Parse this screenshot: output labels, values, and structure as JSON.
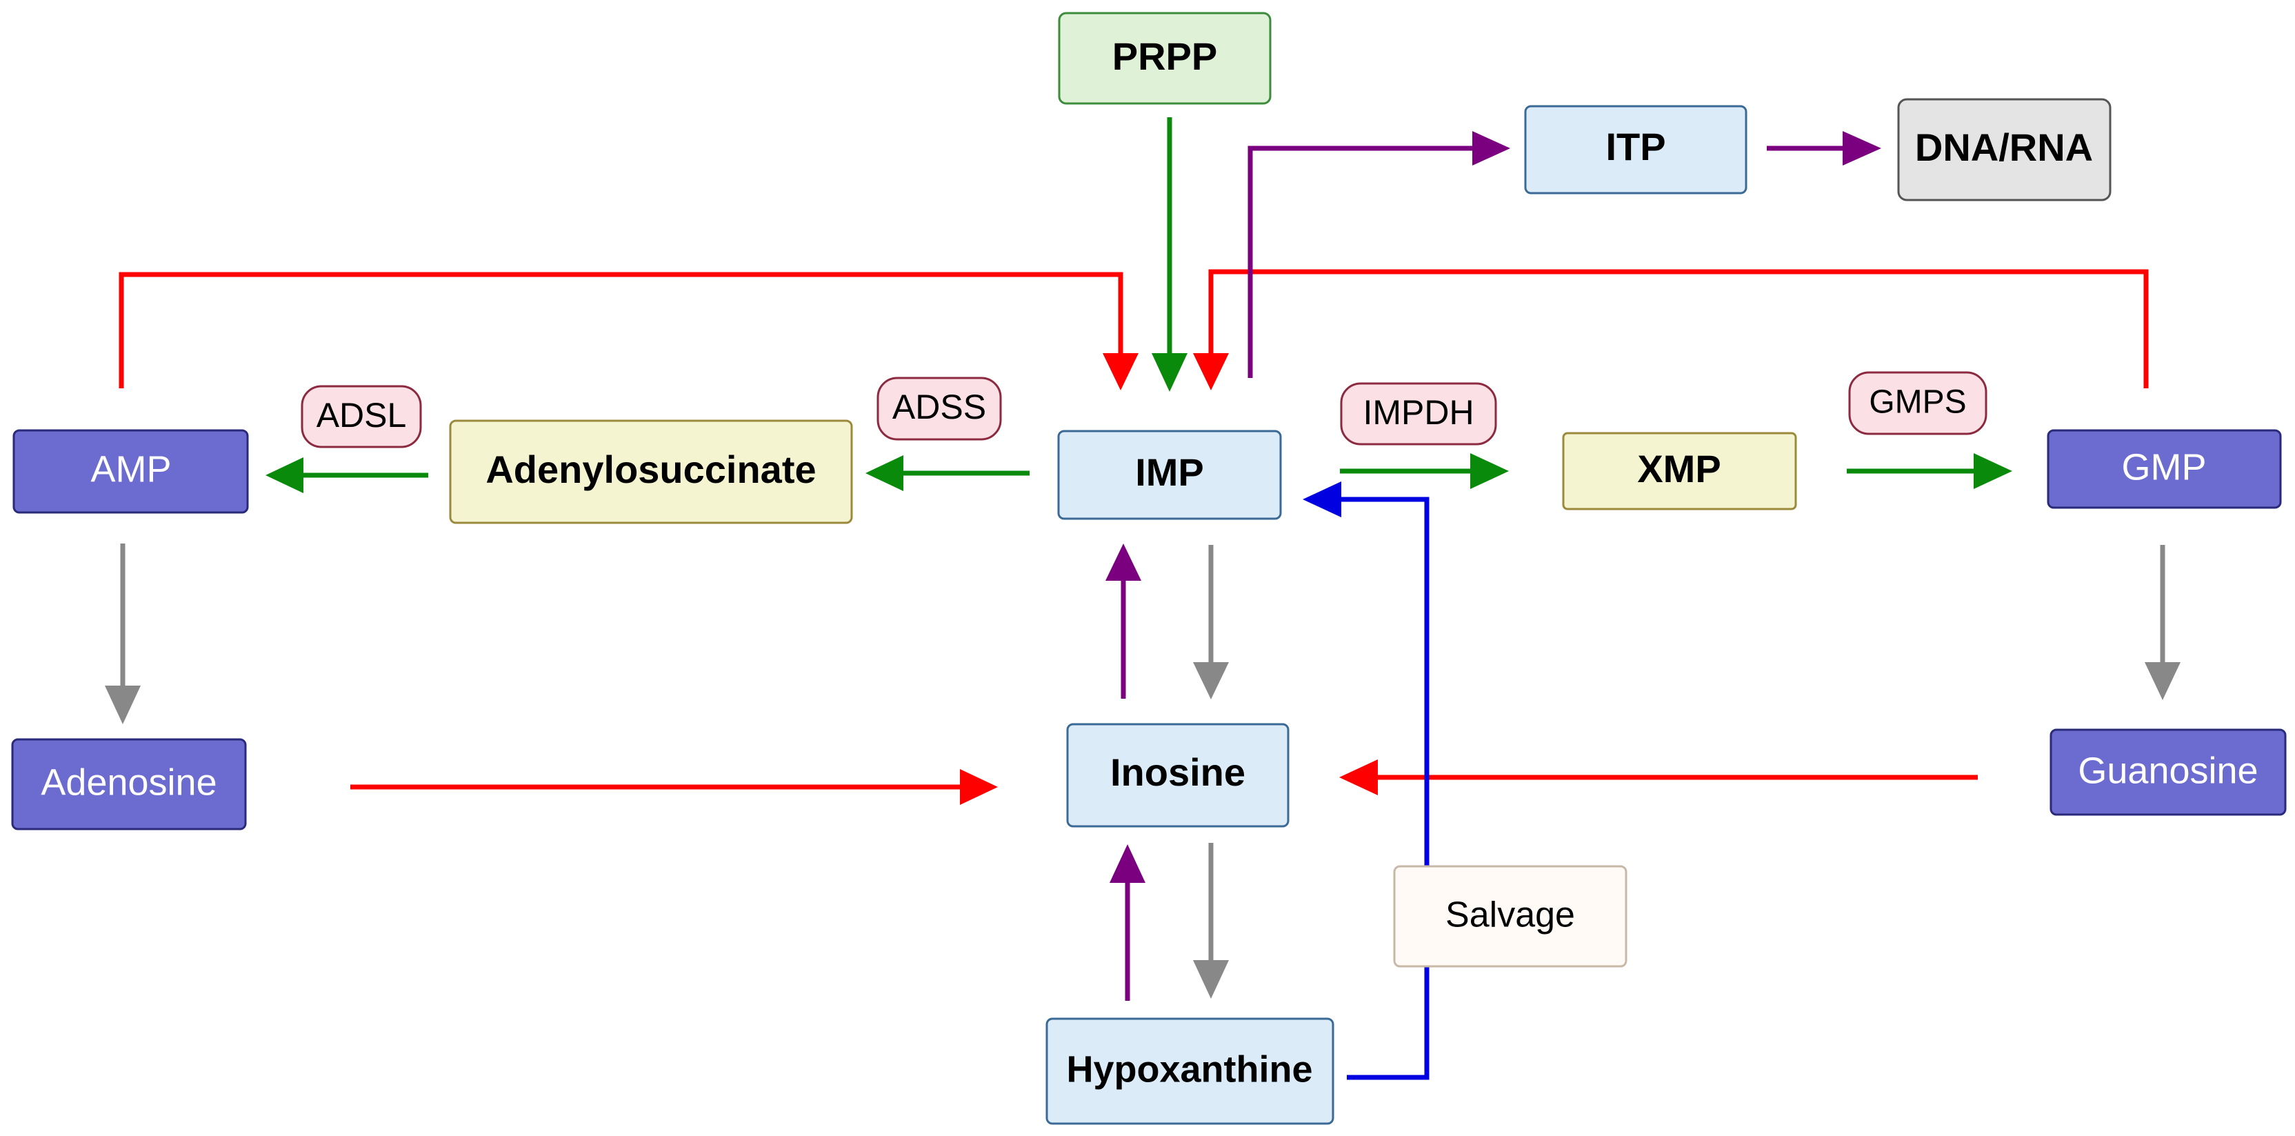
{
  "nodes": {
    "prpp": "PRPP",
    "itp": "ITP",
    "dna_rna": "DNA/RNA",
    "amp": "AMP",
    "adenylosuccinate": "Adenylosuccinate",
    "imp": "IMP",
    "xmp": "XMP",
    "gmp": "GMP",
    "adenosine": "Adenosine",
    "inosine": "Inosine",
    "guanosine": "Guanosine",
    "hypoxanthine": "Hypoxanthine",
    "salvage": "Salvage"
  },
  "enzymes": {
    "adsl": "ADSL",
    "adss": "ADSS",
    "impdh": "IMPDH",
    "gmps": "GMPS"
  },
  "colors": {
    "green_arrow": "#0a8a0a",
    "red_arrow": "#ff0000",
    "purple_arrow": "#7a0080",
    "gray_arrow": "#888888",
    "blue_arrow": "#0000e0",
    "prpp_fill": "#dff2d8",
    "prpp_stroke": "#3c8c3c",
    "light_blue_fill": "#dcebf8",
    "light_blue_stroke": "#3a6a95",
    "yellow_fill": "#f4f4d0",
    "yellow_stroke": "#9c8a3c",
    "purple_fill": "#6b6bd0",
    "purple_stroke": "#2a2a7a",
    "gray_fill": "#e4e4e4",
    "gray_stroke": "#555555",
    "enzyme_fill": "#fbe1e6",
    "enzyme_stroke": "#8c2a40",
    "salvage_fill": "#fffaf5",
    "salvage_stroke": "#c8b8a8"
  }
}
